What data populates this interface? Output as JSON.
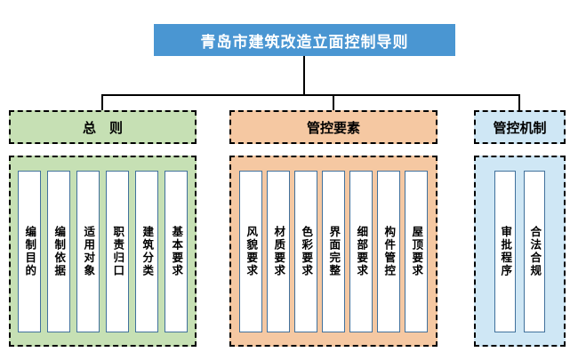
{
  "title": "青岛市建筑改造立面控制导则",
  "colors": {
    "title_bg": "#4A96D2",
    "title_text": "#FFFFFF",
    "connector": "#000000",
    "border_dash": "#000000",
    "item_border": "#41719C",
    "item_bg": "#FFFFFF",
    "green_bg": "#C6E0B4",
    "orange_bg": "#F5C8A2",
    "blue_bg": "#CFE7F5",
    "text": "#000000"
  },
  "groups": [
    {
      "header": "总　则",
      "items": [
        "编制目的",
        "编制依据",
        "适用对象",
        "职责归口",
        "建筑分类",
        "基本要求"
      ]
    },
    {
      "header": "管控要素",
      "items": [
        "风貌要求",
        "材质要求",
        "色彩要求",
        "界面完整",
        "细部要求",
        "构件管控",
        "屋顶要求"
      ]
    },
    {
      "header": "管控机制",
      "items": [
        "审批程序",
        "合法合规"
      ]
    }
  ]
}
